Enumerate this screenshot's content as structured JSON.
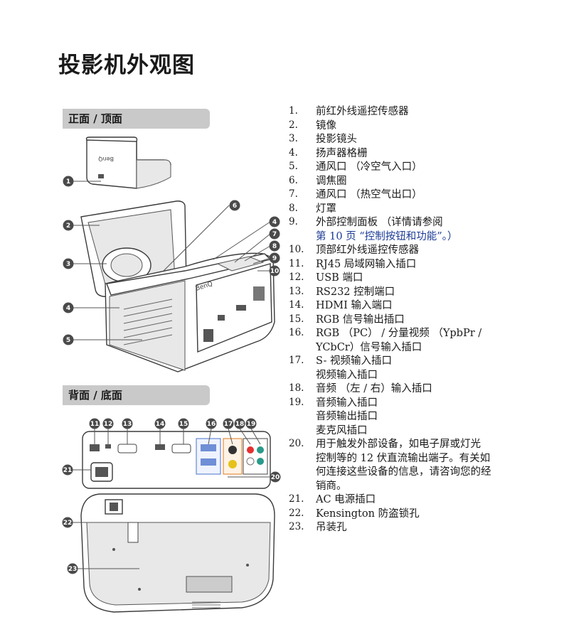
{
  "title": "投影机外观图",
  "sections": {
    "front_top": "正面 / 顶面",
    "back_bottom": "背面 / 底面"
  },
  "list": [
    {
      "num": "1.",
      "lines": [
        "前红外线遥控传感器"
      ]
    },
    {
      "num": "2.",
      "lines": [
        "镜像"
      ]
    },
    {
      "num": "3.",
      "lines": [
        "投影镜头"
      ]
    },
    {
      "num": "4.",
      "lines": [
        "扬声器格栅"
      ]
    },
    {
      "num": "5.",
      "lines": [
        "通风口 （冷空气入口）"
      ]
    },
    {
      "num": "6.",
      "lines": [
        "调焦圈"
      ]
    },
    {
      "num": "7.",
      "lines": [
        "通风口 （热空气出口）"
      ]
    },
    {
      "num": "8.",
      "lines": [
        "灯罩"
      ]
    },
    {
      "num": "9.",
      "lines": [
        "外部控制面板 （详情请参阅"
      ],
      "link": "第 10 页 “控制按钮和功能”。）"
    },
    {
      "num": "10.",
      "lines": [
        "顶部红外线遥控传感器"
      ]
    },
    {
      "num": "11.",
      "lines": [
        "RJ45 局域网输入插口"
      ]
    },
    {
      "num": "12.",
      "lines": [
        "USB 端口"
      ]
    },
    {
      "num": "13.",
      "lines": [
        "RS232 控制端口"
      ]
    },
    {
      "num": "14.",
      "lines": [
        "HDMI 输入端口"
      ]
    },
    {
      "num": "15.",
      "lines": [
        "RGB 信号输出插口"
      ]
    },
    {
      "num": "16.",
      "lines": [
        "RGB （PC） / 分量视频 （YpbPr /",
        "YCbCr）信号输入插口"
      ]
    },
    {
      "num": "17.",
      "lines": [
        "S- 视频输入插口",
        "视频输入插口"
      ]
    },
    {
      "num": "18.",
      "lines": [
        "音频 （左 / 右）输入插口"
      ]
    },
    {
      "num": "19.",
      "lines": [
        "音频输入插口",
        "音频输出插口",
        "麦克风插口"
      ]
    },
    {
      "num": "20.",
      "lines": [
        "用于触发外部设备，如电子屏或灯光",
        "控制等的 12 伏直流输出端子。有关如",
        "何连接这些设备的信息，请咨询您的经",
        "销商。"
      ]
    },
    {
      "num": "21.",
      "lines": [
        "AC 电源插口"
      ]
    },
    {
      "num": "22.",
      "lines": [
        "Kensington 防盗锁孔"
      ]
    },
    {
      "num": "23.",
      "lines": [
        "吊装孔"
      ]
    }
  ],
  "callouts_front": [
    "1",
    "2",
    "3",
    "4",
    "5",
    "6",
    "4",
    "7",
    "8",
    "9",
    "10"
  ],
  "callouts_back": [
    "11",
    "12",
    "13",
    "14",
    "15",
    "16",
    "17",
    "18",
    "19",
    "20",
    "21",
    "22",
    "23"
  ],
  "brand_mark": "BenQ",
  "colors": {
    "section_bar": "#c9c9c9",
    "link": "#1b3b95",
    "callout": "#4a4a4a"
  }
}
